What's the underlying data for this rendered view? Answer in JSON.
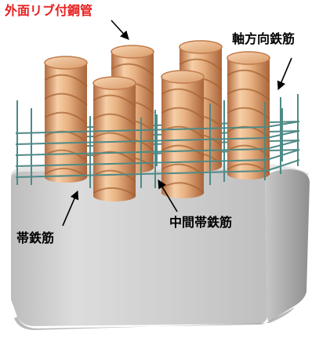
{
  "labels": {
    "pile": "外面リブ付鋼管",
    "axial_bar": "軸方向鉄筋",
    "hoop_bar": "帯鉄筋",
    "intermediate_hoop": "中間帯鉄筋"
  },
  "colors": {
    "highlight_text": "#e8201f",
    "text": "#000000",
    "concrete_light": "#d4d4d4",
    "concrete_dark": "#9c9c9c",
    "pipe_light": "#f0c098",
    "pipe_dark": "#b87348",
    "rebar": "#4f8a86"
  }
}
